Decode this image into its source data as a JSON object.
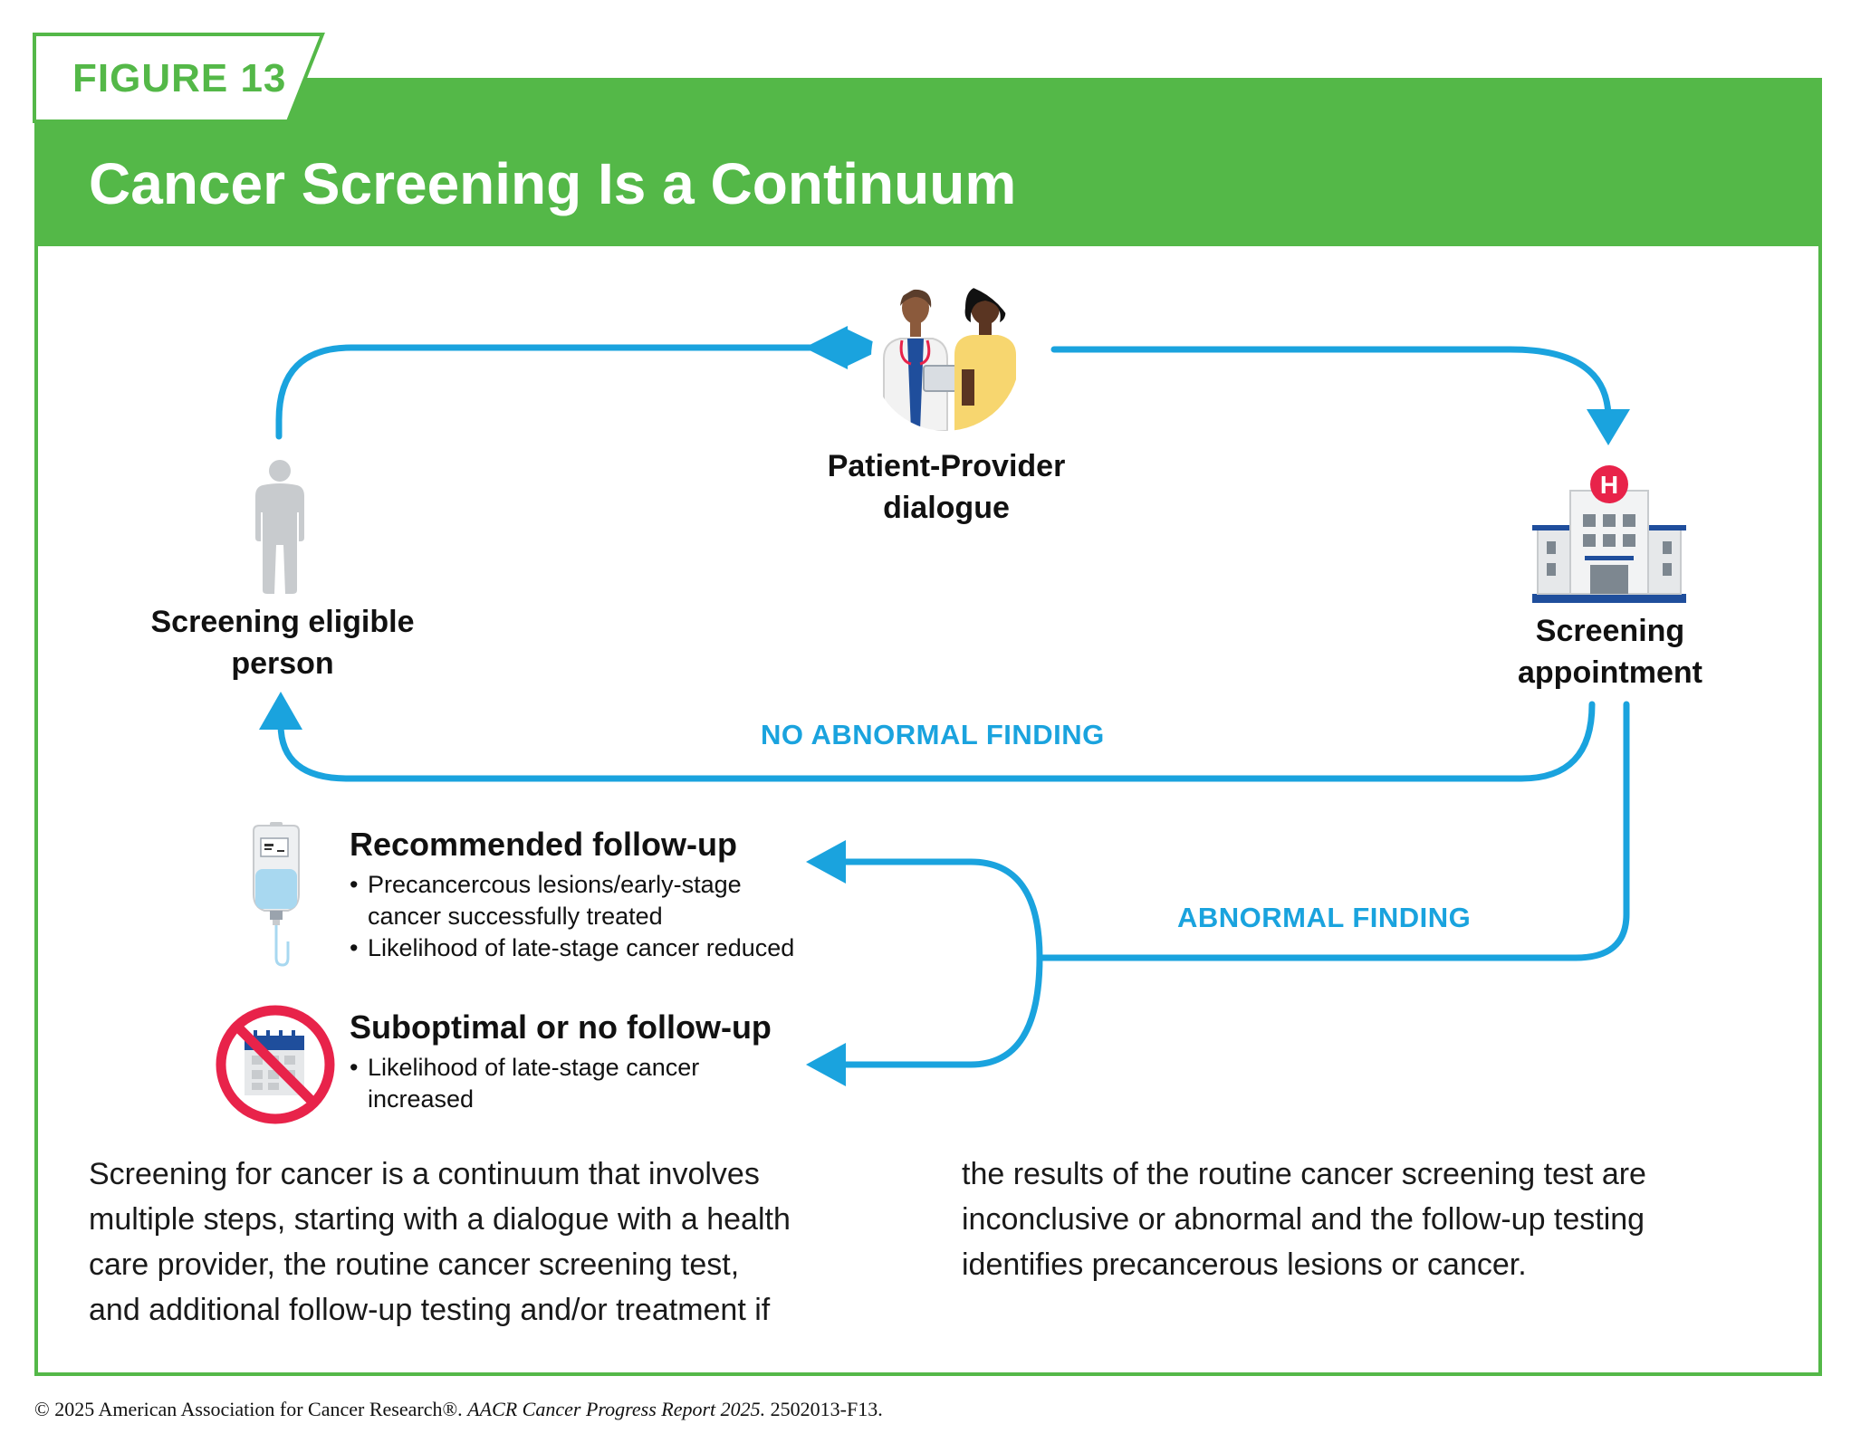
{
  "figure": {
    "label": "FIGURE 13",
    "title": "Cancer Screening Is a Continuum"
  },
  "nodes": {
    "eligible": {
      "line1": "Screening eligible",
      "line2": "person",
      "icon": "person-icon"
    },
    "dialogue": {
      "line1": "Patient-Provider",
      "line2": "dialogue",
      "icon": "patient-provider-icon"
    },
    "appointment": {
      "line1": "Screening",
      "line2": "appointment",
      "icon": "hospital-icon",
      "badge": "H"
    }
  },
  "flows": {
    "no_abnormal": "NO ABNORMAL FINDING",
    "abnormal": "ABNORMAL FINDING"
  },
  "outcomes": {
    "recommended": {
      "title": "Recommended follow-up",
      "icon": "iv-bag-icon",
      "bullets": [
        {
          "line1": "Precancercous lesions/early-stage",
          "line2": "cancer successfully treated"
        },
        {
          "line1": "Likelihood of late-stage cancer reduced",
          "line2": ""
        }
      ]
    },
    "suboptimal": {
      "title": "Suboptimal or no follow-up",
      "icon": "no-calendar-icon",
      "bullets": [
        {
          "line1": "Likelihood of late-stage cancer",
          "line2": "increased"
        }
      ]
    }
  },
  "body": {
    "left": [
      "Screening for cancer is a continuum that involves",
      "multiple steps, starting with a dialogue with a health",
      "care provider, the routine cancer screening test,",
      "and additional follow-up testing and/or treatment if"
    ],
    "right": [
      "the results of the routine cancer screening test are",
      "inconclusive or abnormal and the follow-up testing",
      "identifies precancerous lesions or cancer."
    ]
  },
  "copyright": {
    "main": "© 2025 American Association for Cancer Research®.",
    "report": "AACR Cancer Progress Report 2025.",
    "code": "2502013-F13."
  },
  "colors": {
    "green": "#54b848",
    "blue": "#1aa3de",
    "red": "#e8234a",
    "navy": "#1f4e9c",
    "gray": "#c8cbce"
  }
}
